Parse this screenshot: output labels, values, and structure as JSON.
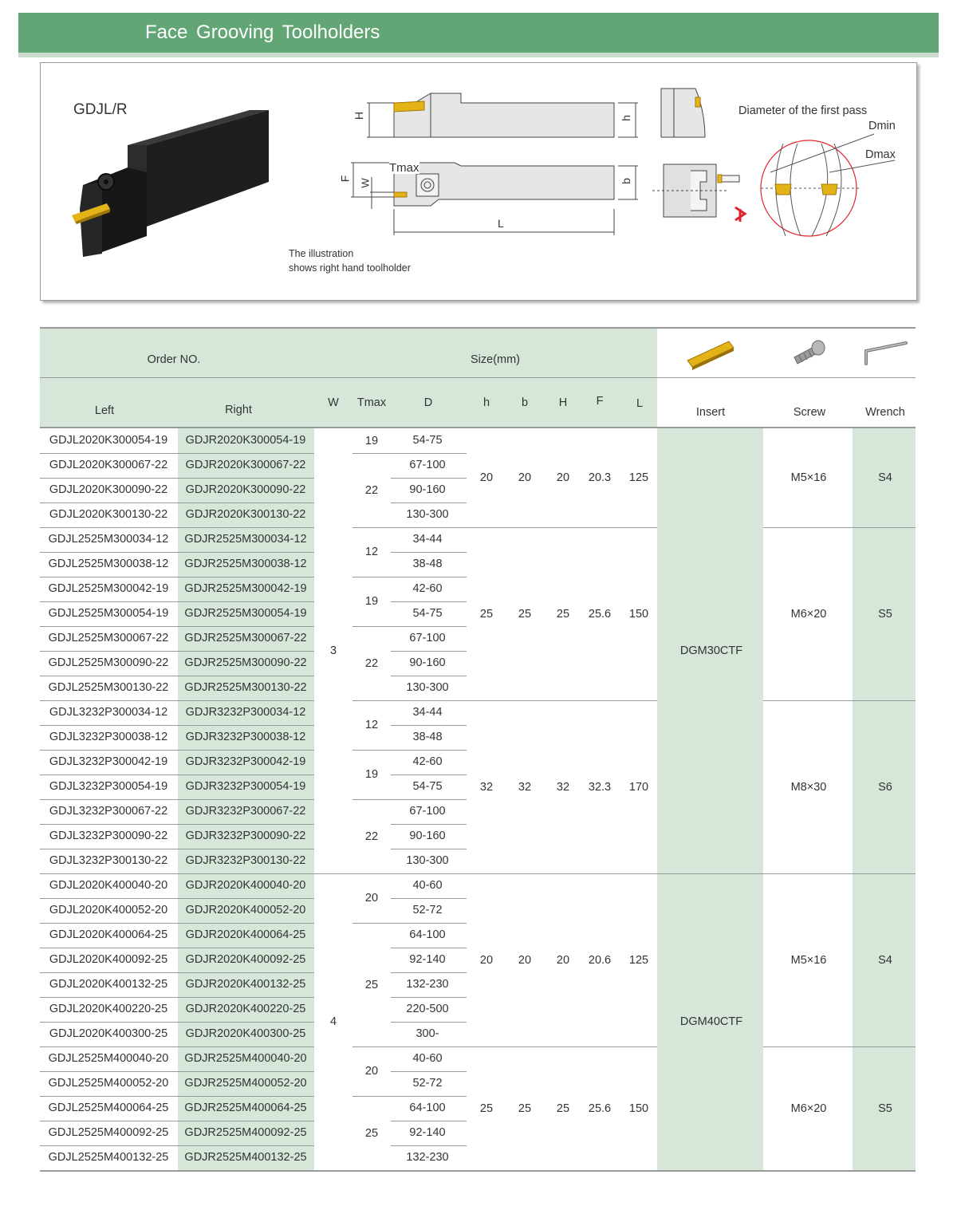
{
  "header": {
    "title": "Face  Grooving  Toolholders"
  },
  "figure": {
    "model": "GDJL/R",
    "caption_line1": "The illustration",
    "caption_line2": "shows right hand toolholder",
    "diameter_label": "Diameter of the first pass",
    "dmin_label": "Dmin",
    "dmax_label": "Dmax",
    "dim_H": "H",
    "dim_h": "h",
    "dim_F": "F",
    "dim_W": "W",
    "dim_b": "b",
    "dim_L": "L",
    "dim_Tmax": "Tmax"
  },
  "table_header": {
    "order_no": "Order NO.",
    "size": "Size(mm)",
    "left": "Left",
    "right": "Right",
    "w": "W",
    "tmax": "Tmax",
    "d": "D",
    "h": "h",
    "b": "b",
    "H": "H",
    "F": "F",
    "L": "L",
    "insert": "Insert",
    "screw": "Screw",
    "wrench": "Wrench"
  },
  "colors": {
    "banner": "#63a675",
    "shade": "#d6e7d9",
    "insert_gold": "#e3b318"
  },
  "rows": [
    {
      "left": "GDJL2020K300054-19",
      "right": "GDJR2020K300054-19",
      "d": "54-75"
    },
    {
      "left": "GDJL2020K300067-22",
      "right": "GDJR2020K300067-22",
      "d": "67-100"
    },
    {
      "left": "GDJL2020K300090-22",
      "right": "GDJR2020K300090-22",
      "d": "90-160"
    },
    {
      "left": "GDJL2020K300130-22",
      "right": "GDJR2020K300130-22",
      "d": "130-300"
    },
    {
      "left": "GDJL2525M300034-12",
      "right": "GDJR2525M300034-12",
      "d": "34-44"
    },
    {
      "left": "GDJL2525M300038-12",
      "right": "GDJR2525M300038-12",
      "d": "38-48"
    },
    {
      "left": "GDJL2525M300042-19",
      "right": "GDJR2525M300042-19",
      "d": "42-60"
    },
    {
      "left": "GDJL2525M300054-19",
      "right": "GDJR2525M300054-19",
      "d": "54-75"
    },
    {
      "left": "GDJL2525M300067-22",
      "right": "GDJR2525M300067-22",
      "d": "67-100"
    },
    {
      "left": "GDJL2525M300090-22",
      "right": "GDJR2525M300090-22",
      "d": "90-160"
    },
    {
      "left": "GDJL2525M300130-22",
      "right": "GDJR2525M300130-22",
      "d": "130-300"
    },
    {
      "left": "GDJL3232P300034-12",
      "right": "GDJR3232P300034-12",
      "d": "34-44"
    },
    {
      "left": "GDJL3232P300038-12",
      "right": "GDJR3232P300038-12",
      "d": "38-48"
    },
    {
      "left": "GDJL3232P300042-19",
      "right": "GDJR3232P300042-19",
      "d": "42-60"
    },
    {
      "left": "GDJL3232P300054-19",
      "right": "GDJR3232P300054-19",
      "d": "54-75"
    },
    {
      "left": "GDJL3232P300067-22",
      "right": "GDJR3232P300067-22",
      "d": "67-100"
    },
    {
      "left": "GDJL3232P300090-22",
      "right": "GDJR3232P300090-22",
      "d": "90-160"
    },
    {
      "left": "GDJL3232P300130-22",
      "right": "GDJR3232P300130-22",
      "d": "130-300"
    },
    {
      "left": "GDJL2020K400040-20",
      "right": "GDJR2020K400040-20",
      "d": "40-60"
    },
    {
      "left": "GDJL2020K400052-20",
      "right": "GDJR2020K400052-20",
      "d": "52-72"
    },
    {
      "left": "GDJL2020K400064-25",
      "right": "GDJR2020K400064-25",
      "d": "64-100"
    },
    {
      "left": "GDJL2020K400092-25",
      "right": "GDJR2020K400092-25",
      "d": "92-140"
    },
    {
      "left": "GDJL2020K400132-25",
      "right": "GDJR2020K400132-25",
      "d": "132-230"
    },
    {
      "left": "GDJL2020K400220-25",
      "right": "GDJR2020K400220-25",
      "d": "220-500"
    },
    {
      "left": "GDJL2020K400300-25",
      "right": "GDJR2020K400300-25",
      "d": "300-"
    },
    {
      "left": "GDJL2525M400040-20",
      "right": "GDJR2525M400040-20",
      "d": "40-60"
    },
    {
      "left": "GDJL2525M400052-20",
      "right": "GDJR2525M400052-20",
      "d": "52-72"
    },
    {
      "left": "GDJL2525M400064-25",
      "right": "GDJR2525M400064-25",
      "d": "64-100"
    },
    {
      "left": "GDJL2525M400092-25",
      "right": "GDJR2525M400092-25",
      "d": "92-140"
    },
    {
      "left": "GDJL2525M400132-25",
      "right": "GDJR2525M400132-25",
      "d": "132-230"
    }
  ],
  "tmax_groups": [
    {
      "start": 0,
      "span": 1,
      "value": "19"
    },
    {
      "start": 1,
      "span": 3,
      "value": "22"
    },
    {
      "start": 4,
      "span": 2,
      "value": "12"
    },
    {
      "start": 6,
      "span": 2,
      "value": "19"
    },
    {
      "start": 8,
      "span": 3,
      "value": "22"
    },
    {
      "start": 11,
      "span": 2,
      "value": "12"
    },
    {
      "start": 13,
      "span": 2,
      "value": "19"
    },
    {
      "start": 15,
      "span": 3,
      "value": "22"
    },
    {
      "start": 18,
      "span": 2,
      "value": "20"
    },
    {
      "start": 20,
      "span": 5,
      "value": "25"
    },
    {
      "start": 25,
      "span": 2,
      "value": "20"
    },
    {
      "start": 27,
      "span": 3,
      "value": "25"
    }
  ],
  "size_groups": [
    {
      "start": 0,
      "span": 4,
      "h": "20",
      "b": "20",
      "H": "20",
      "F": "20.3",
      "L": "125",
      "screw": "M5×16",
      "wrench": "S4"
    },
    {
      "start": 4,
      "span": 7,
      "h": "25",
      "b": "25",
      "H": "25",
      "F": "25.6",
      "L": "150",
      "screw": "M6×20",
      "wrench": "S5"
    },
    {
      "start": 11,
      "span": 7,
      "h": "32",
      "b": "32",
      "H": "32",
      "F": "32.3",
      "L": "170",
      "screw": "M8×30",
      "wrench": "S6"
    },
    {
      "start": 18,
      "span": 7,
      "h": "20",
      "b": "20",
      "H": "20",
      "F": "20.6",
      "L": "125",
      "screw": "M5×16",
      "wrench": "S4"
    },
    {
      "start": 25,
      "span": 5,
      "h": "25",
      "b": "25",
      "H": "25",
      "F": "25.6",
      "L": "150",
      "screw": "M6×20",
      "wrench": "S5"
    }
  ],
  "w_groups": [
    {
      "start": 0,
      "span": 18,
      "value": "3",
      "insert": "DGM30CTF"
    },
    {
      "start": 18,
      "span": 12,
      "value": "4",
      "insert": "DGM40CTF"
    }
  ]
}
